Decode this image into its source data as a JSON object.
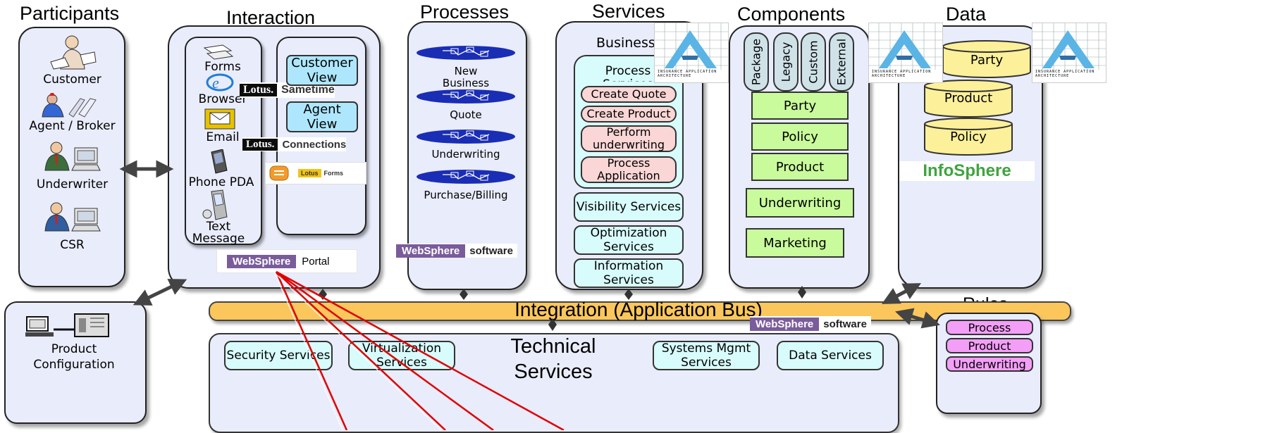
{
  "headings": {
    "participants": "Participants",
    "interaction": "Interaction",
    "processes": "Processes",
    "services": "Services",
    "components": "Components",
    "data": "Data",
    "rules": "Rules"
  },
  "participants": [
    "Customer",
    "Agent / Broker",
    "Underwriter",
    "CSR"
  ],
  "product_configuration": "Product Configuration",
  "interaction": {
    "channels": [
      "Forms",
      "Browser",
      "Email",
      "Phone PDA",
      "Text Message"
    ],
    "views": [
      "Customer View",
      "Agent View"
    ],
    "lotus_sametime": {
      "brand": "Lotus.",
      "product": "Sametime"
    },
    "lotus_connections": {
      "brand": "Lotus.",
      "product": "Connections"
    },
    "lotus_forms": {
      "brand": "Lotus",
      "product": "Forms"
    },
    "websphere_portal": {
      "brand": "WebSphere",
      "product": "Portal"
    }
  },
  "processes": {
    "items": [
      "New Business",
      "Quote",
      "Underwriting",
      "Purchase/Billing"
    ],
    "websphere": {
      "brand": "WebSphere",
      "product": "software"
    }
  },
  "services": {
    "business_label": "Business Services",
    "process_services_label": "Process Services",
    "process_items": [
      "Create Quote",
      "Create Product",
      "Perform underwriting",
      "Process Application"
    ],
    "other": [
      "Visibility Services",
      "Optimization Services",
      "Information Services"
    ]
  },
  "components": {
    "types": [
      "Package",
      "Legacy",
      "Custom",
      "External"
    ],
    "items": [
      "Party",
      "Policy",
      "Product",
      "Underwriting",
      "Marketing"
    ]
  },
  "data": {
    "stores": [
      "Party",
      "Product",
      "Policy"
    ],
    "infosphere": "InfoSphere"
  },
  "iaa_text": "INSURANCE APPLICATION ARCHITECTURE",
  "integration_bus": "Integration (Application Bus)",
  "bus_websphere": {
    "brand": "WebSphere",
    "product": "software"
  },
  "technical": {
    "title": "Technical Services",
    "items": [
      "Security Services",
      "Virtualization Services",
      "Systems Mgmt Services",
      "Data Services"
    ]
  },
  "rules": [
    "Process",
    "Product",
    "Underwriting"
  ],
  "colors": {
    "panel": "#e9ecfb",
    "view_box": "#aee7fd",
    "service_box": "#d8fbfb",
    "process_service": "#fbd6d6",
    "component": "#c9fb9c",
    "data_store": "#fdf09a",
    "bus": "#fbc75c",
    "rule": "#f39ef7",
    "websphere": "#7a5c9b",
    "process_flow": "#1a2db5",
    "annotation_line": "#e00000"
  }
}
